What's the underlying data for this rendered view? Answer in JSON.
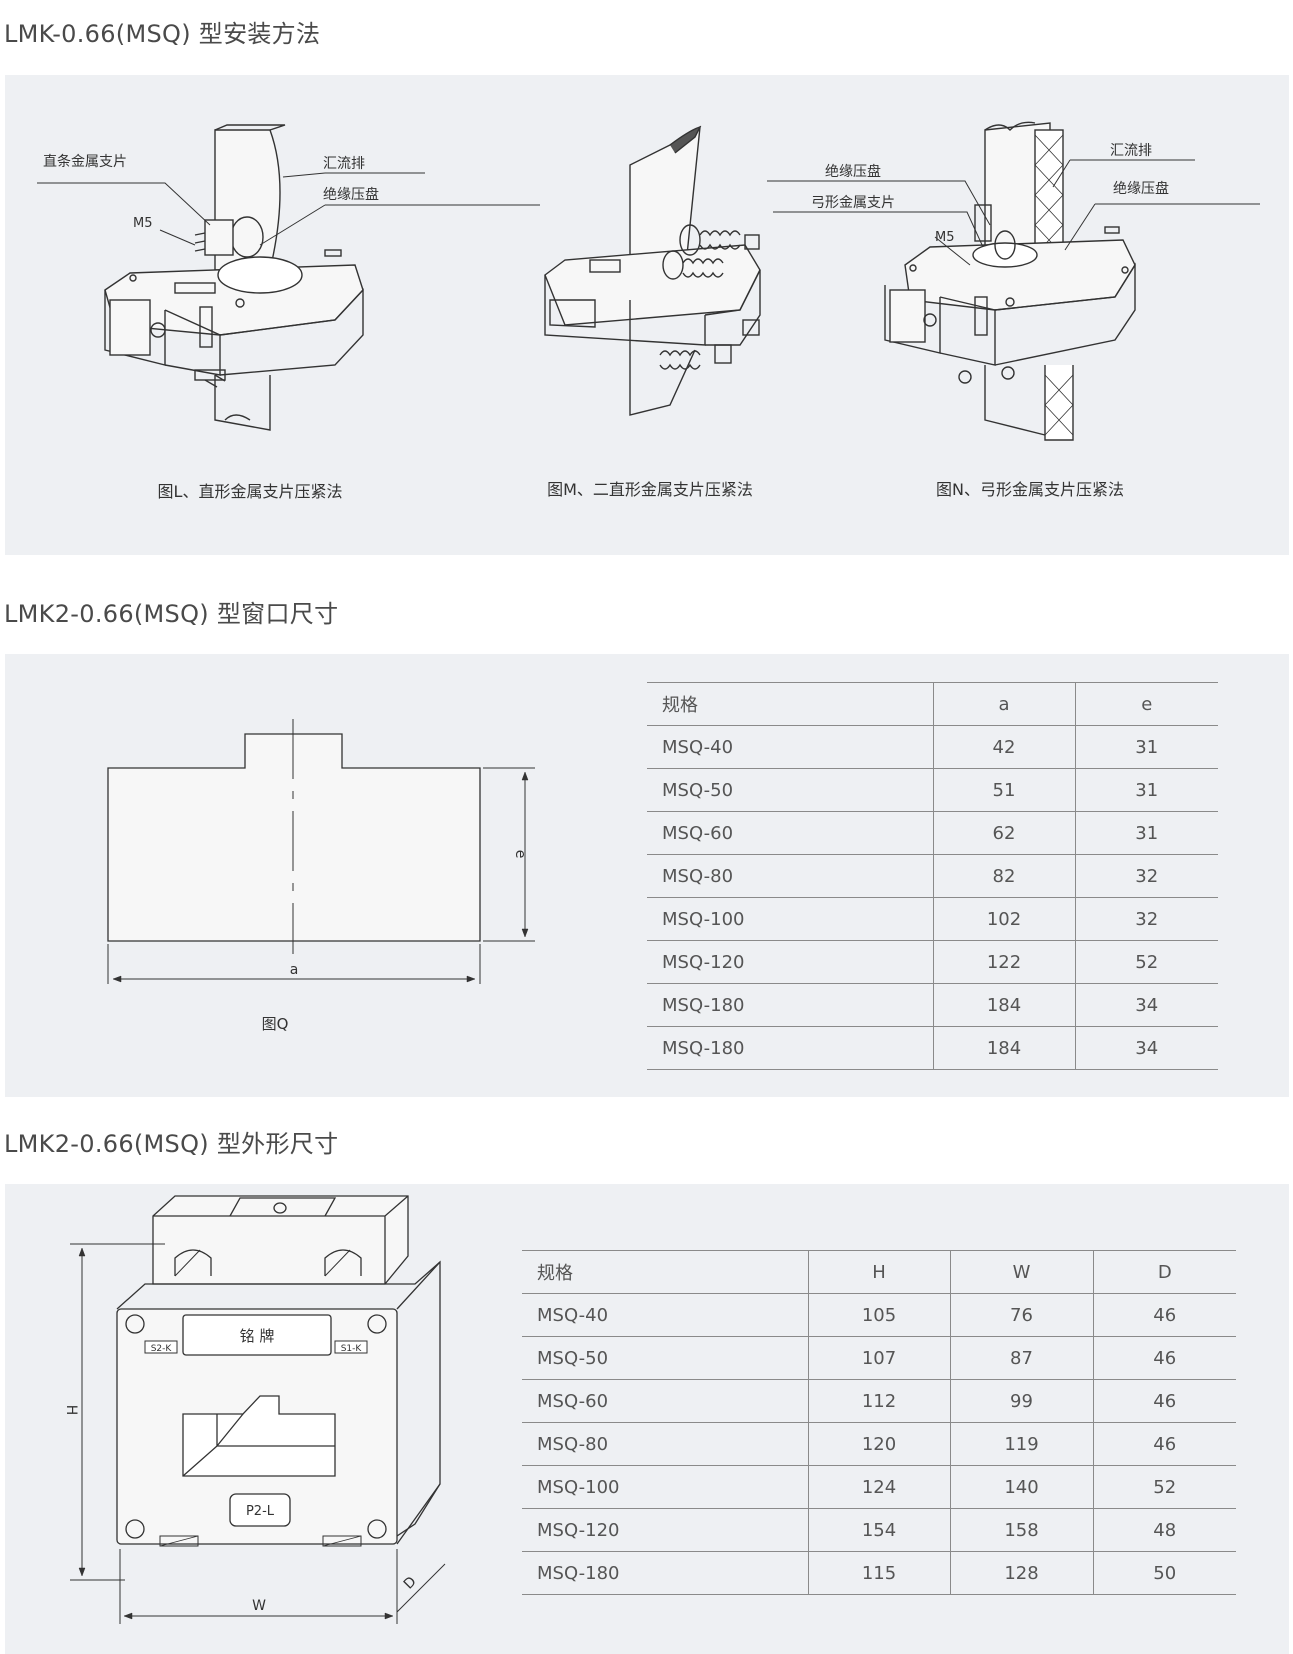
{
  "sections": {
    "install": {
      "title": "LMK-0.66(MSQ) 型安装方法"
    },
    "window": {
      "title": "LMK2-0.66(MSQ) 型窗口尺寸"
    },
    "outline": {
      "title": "LMK2-0.66(MSQ) 型外形尺寸"
    }
  },
  "figures": {
    "L": {
      "caption": "图L、直形金属支片压紧法",
      "labels": {
        "plate": "直条金属支片",
        "busbar": "汇流排",
        "disc": "绝缘压盘",
        "screw": "M5"
      }
    },
    "M": {
      "caption": "图M、二直形金属支片压紧法"
    },
    "N": {
      "caption": "图N、弓形金属支片压紧法",
      "labels": {
        "disc": "绝缘压盘",
        "bow": "弓形金属支片",
        "screw": "M5",
        "busbar": "汇流排",
        "disc2": "绝缘压盘"
      }
    },
    "Q": {
      "caption": "图Q",
      "dim_a": "a",
      "dim_e": "e"
    },
    "outline": {
      "nameplate": "铭 牌",
      "terminal_s2": "S2-K",
      "terminal_s1": "S1-K",
      "terminal_p2": "P2-L",
      "dim_h": "H",
      "dim_w": "W",
      "dim_d": "D"
    }
  },
  "window_table": {
    "headers": [
      "规格",
      "a",
      "e"
    ],
    "rows": [
      [
        "MSQ-40",
        "42",
        "31"
      ],
      [
        "MSQ-50",
        "51",
        "31"
      ],
      [
        "MSQ-60",
        "62",
        "31"
      ],
      [
        "MSQ-80",
        "82",
        "32"
      ],
      [
        "MSQ-100",
        "102",
        "32"
      ],
      [
        "MSQ-120",
        "122",
        "52"
      ],
      [
        "MSQ-180",
        "184",
        "34"
      ],
      [
        "MSQ-180",
        "184",
        "34"
      ]
    ]
  },
  "outline_table": {
    "headers": [
      "规格",
      "H",
      "W",
      "D"
    ],
    "rows": [
      [
        "MSQ-40",
        "105",
        "76",
        "46"
      ],
      [
        "MSQ-50",
        "107",
        "87",
        "46"
      ],
      [
        "MSQ-60",
        "112",
        "99",
        "46"
      ],
      [
        "MSQ-80",
        "120",
        "119",
        "46"
      ],
      [
        "MSQ-100",
        "124",
        "140",
        "52"
      ],
      [
        "MSQ-120",
        "154",
        "158",
        "48"
      ],
      [
        "MSQ-180",
        "115",
        "128",
        "50"
      ]
    ]
  }
}
